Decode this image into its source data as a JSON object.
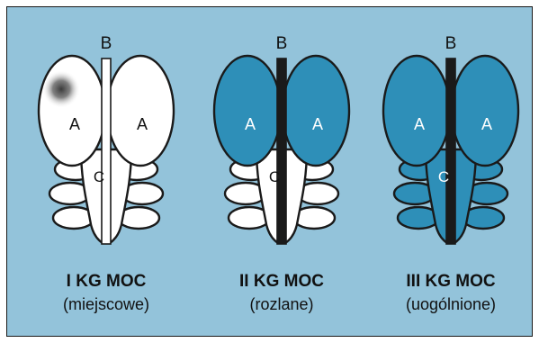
{
  "colors": {
    "background": "#93c3da",
    "lobe_light": "#ffffff",
    "lobe_dark": "#2e8fb8",
    "outline": "#1a1a1a",
    "spot": "#555555"
  },
  "panels": [
    {
      "top_label": "B",
      "lobe_label_left": "A",
      "lobe_label_right": "A",
      "center_label": "C",
      "title": "I KG MOC",
      "subtitle": "(miejscowe)",
      "lobe_fill": "light",
      "tail_fill": "light",
      "bar_fill": "light",
      "has_spot": true
    },
    {
      "top_label": "B",
      "lobe_label_left": "A",
      "lobe_label_right": "A",
      "center_label": "C",
      "title": "II KG MOC",
      "subtitle": "(rozlane)",
      "lobe_fill": "dark",
      "tail_fill": "light",
      "bar_fill": "outline",
      "has_spot": false
    },
    {
      "top_label": "B",
      "lobe_label_left": "A",
      "lobe_label_right": "A",
      "center_label": "C",
      "title": "III KG MOC",
      "subtitle": "(uogólnione)",
      "lobe_fill": "dark",
      "tail_fill": "dark",
      "bar_fill": "outline",
      "has_spot": false
    }
  ]
}
